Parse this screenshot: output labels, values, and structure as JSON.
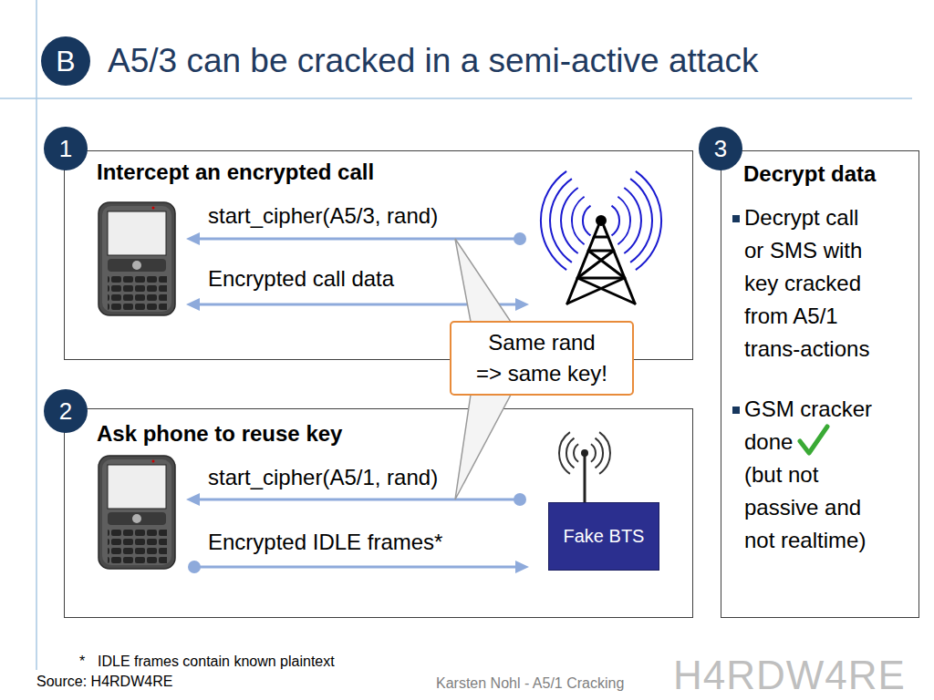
{
  "diagram": {
    "title": "A5/3 can be cracked in a semi-active attack",
    "nodes": [
      {
        "text": [
          "Intercept an encrypted call"
        ]
      },
      {
        "text": [
          "Same rand => same key!"
        ]
      },
      {
        "text": [
          "Ask phone to reuse key"
        ]
      },
      {
        "text": [
          "Fake BTS"
        ],
        "in": 2
      },
      {
        "text": [
          "Decrypt data",
          "Decrypt call or SMS with key cracked from A5/1 trans-actions",
          "GSM cracker done",
          "(but not passive and not realtime)"
        ]
      }
    ],
    "labels": [
      "B",
      "1",
      "start_cipher(A5/3, rand)",
      "Encrypted call data",
      "2",
      "start_cipher(A5/1, rand)",
      "Encrypted IDLE frames*",
      "3",
      "*",
      "IDLE frames contain known plaintext",
      "Source: H4RDW4RE",
      "Karsten Nohl - A5/1 Cracking",
      "H4RDW4RE"
    ]
  }
}
